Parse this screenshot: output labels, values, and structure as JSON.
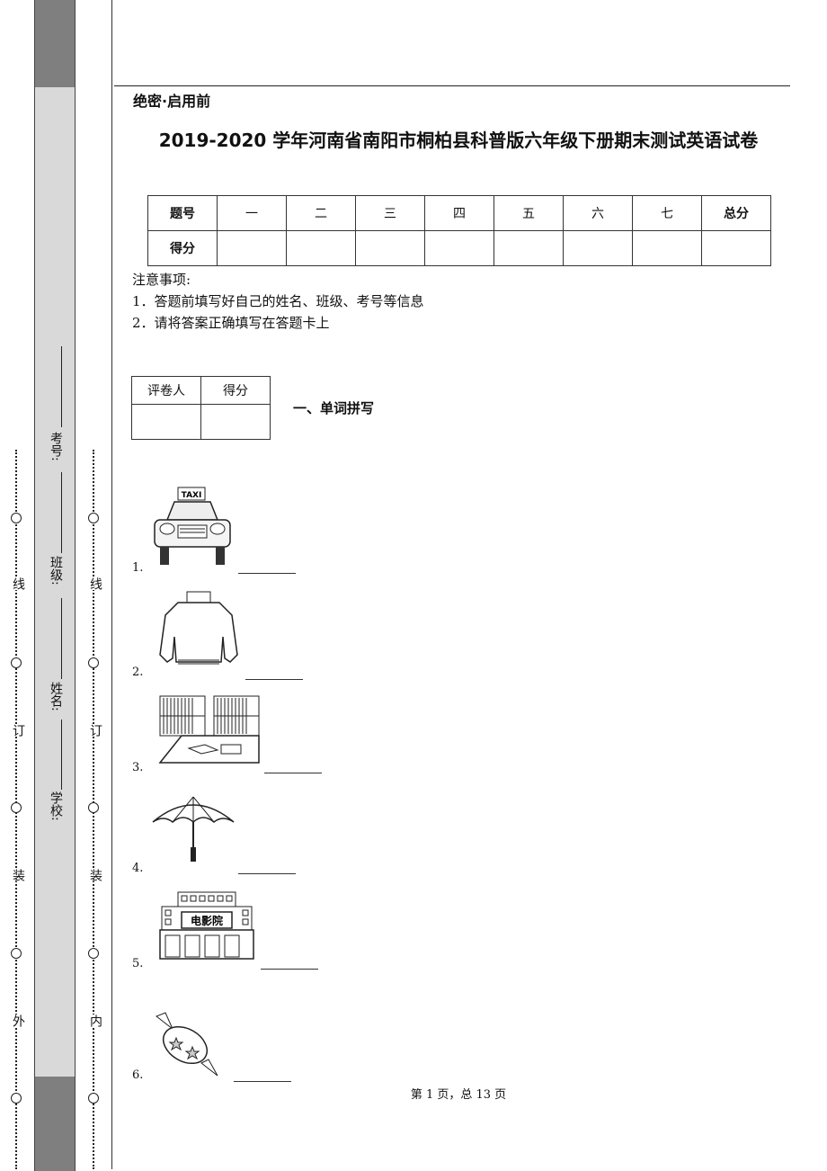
{
  "binding_margin": {
    "outer_chars": [
      "外",
      "装",
      "订",
      "线"
    ],
    "inner_chars": [
      "内",
      "装",
      "订",
      "线"
    ],
    "fields": [
      "学校:",
      "姓名:",
      "班级:",
      "考号:"
    ]
  },
  "header": {
    "secret_label": "绝密·启用前",
    "title": "2019-2020 学年河南省南阳市桐柏县科普版六年级下册期末测试英语试卷"
  },
  "score_table": {
    "row1": [
      "题号",
      "一",
      "二",
      "三",
      "四",
      "五",
      "六",
      "七",
      "总分"
    ],
    "row2_label": "得分"
  },
  "notes": {
    "heading": "注意事项:",
    "items": [
      "1．答题前填写好自己的姓名、班级、考号等信息",
      "2．请将答案正确填写在答题卡上"
    ]
  },
  "grader_table": {
    "col1": "评卷人",
    "col2": "得分"
  },
  "section": {
    "title": "一、单词拼写"
  },
  "questions": [
    {
      "num": "1.",
      "picture": "taxi-picture",
      "sign": "TAXI"
    },
    {
      "num": "2.",
      "picture": "sweater-picture"
    },
    {
      "num": "3.",
      "picture": "library-picture"
    },
    {
      "num": "4.",
      "picture": "umbrella-picture"
    },
    {
      "num": "5.",
      "picture": "cinema-picture",
      "sign": "电影院"
    },
    {
      "num": "6.",
      "picture": "candy-picture"
    }
  ],
  "footer": {
    "page_text": "第 1 页，总 13 页"
  }
}
